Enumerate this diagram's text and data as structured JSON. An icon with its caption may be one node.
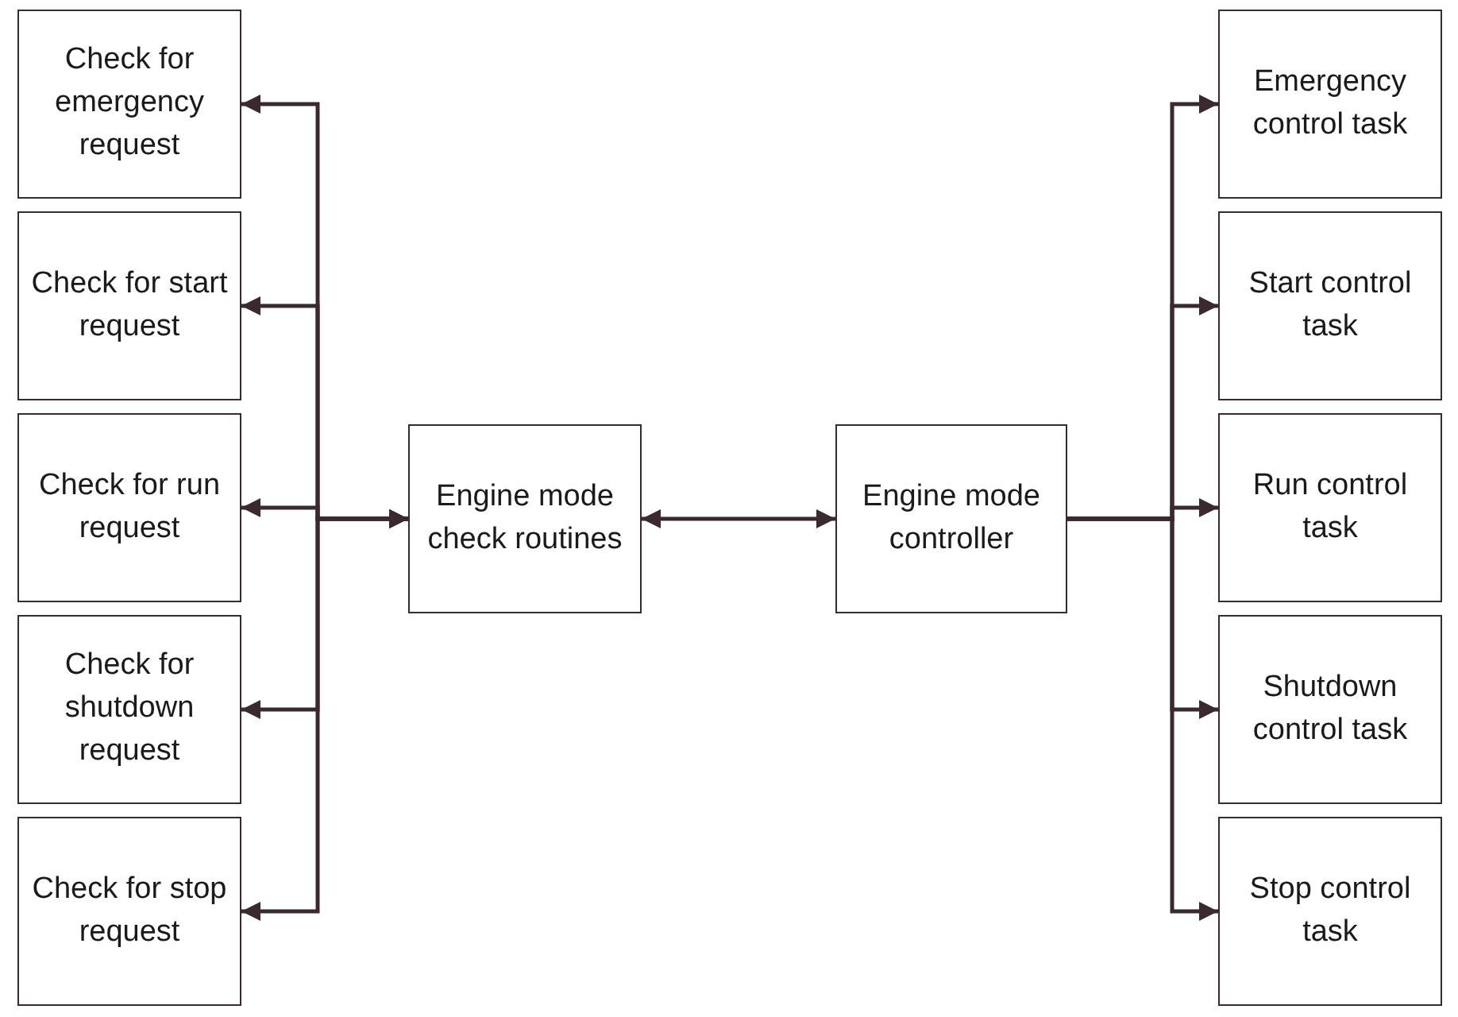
{
  "diagram": {
    "nodes": [
      {
        "text": [
          "Check for emergency request"
        ]
      },
      {
        "text": [
          "Check for start request"
        ]
      },
      {
        "text": [
          "Check for run request"
        ]
      },
      {
        "text": [
          "Check for shutdown request"
        ]
      },
      {
        "text": [
          "Check for stop request"
        ]
      },
      {
        "text": [
          "Engine mode check routines"
        ]
      },
      {
        "text": [
          "Engine mode controller"
        ]
      },
      {
        "text": [
          "Emergency control task"
        ]
      },
      {
        "text": [
          "Start control task"
        ]
      },
      {
        "text": [
          "Run control task"
        ]
      },
      {
        "text": [
          "Shutdown control task"
        ]
      },
      {
        "text": [
          "Stop control task"
        ]
      }
    ],
    "edges": [
      {
        "from": 5,
        "to": 0,
        "arrow": "both"
      },
      {
        "from": 5,
        "to": 1,
        "arrow": "both"
      },
      {
        "from": 5,
        "to": 2,
        "arrow": "both"
      },
      {
        "from": 5,
        "to": 3,
        "arrow": "both"
      },
      {
        "from": 5,
        "to": 4,
        "arrow": "both"
      },
      {
        "from": 5,
        "to": 6,
        "arrow": "both"
      },
      {
        "from": 6,
        "to": 7,
        "arrow": "to"
      },
      {
        "from": 6,
        "to": 8,
        "arrow": "to"
      },
      {
        "from": 6,
        "to": 9,
        "arrow": "to"
      },
      {
        "from": 6,
        "to": 10,
        "arrow": "to"
      },
      {
        "from": 6,
        "to": 11,
        "arrow": "to"
      }
    ]
  }
}
